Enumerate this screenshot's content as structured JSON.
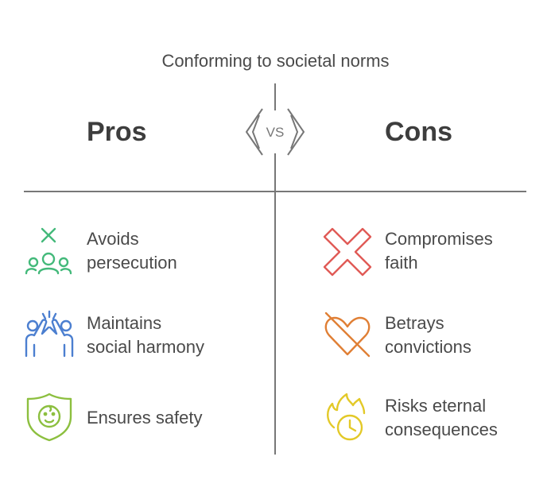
{
  "title": "Conforming to societal norms",
  "vs_label": "VS",
  "pros": {
    "heading": "Pros",
    "items": [
      {
        "line1": "Avoids",
        "line2": "persecution",
        "icon": "group-cross-icon",
        "color": "#43b97a"
      },
      {
        "line1": "Maintains",
        "line2": "social harmony",
        "icon": "high-five-icon",
        "color": "#4c7fd0"
      },
      {
        "line1": "Ensures safety",
        "line2": "",
        "icon": "shield-face-icon",
        "color": "#8cbf3f"
      }
    ]
  },
  "cons": {
    "heading": "Cons",
    "items": [
      {
        "line1": "Compromises",
        "line2": "faith",
        "icon": "x-mark-icon",
        "color": "#e05a56"
      },
      {
        "line1": "Betrays",
        "line2": "convictions",
        "icon": "broken-heart-icon",
        "color": "#e07f35"
      },
      {
        "line1": "Risks eternal",
        "line2": "consequences",
        "icon": "burning-clock-icon",
        "color": "#e3c928"
      }
    ]
  },
  "colors": {
    "divider": "#777777",
    "text": "#4a4a4a"
  }
}
